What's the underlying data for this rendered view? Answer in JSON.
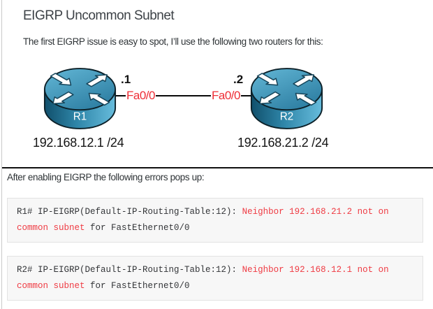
{
  "article": {
    "title": "EIGRP Uncommon Subnet",
    "intro": "The first EIGRP issue is easy to spot, I’ll use the following two routers for this:",
    "after_text": "After enabling EIGRP the following errors pops up:"
  },
  "diagram": {
    "left_router": {
      "name": "R1",
      "host_suffix": ".1",
      "interface": "Fa0/0",
      "ip": "192.168.12.1 /24"
    },
    "right_router": {
      "name": "R2",
      "host_suffix": ".2",
      "interface": "Fa0/0",
      "ip": "192.168.21.2 /24"
    }
  },
  "terminals": [
    {
      "line1_plain": "R1# IP-EIGRP(Default-IP-Routing-Table:12): ",
      "line1_error": "Neighbor 192.168.21.2 not on",
      "line2_error": "common subnet",
      "line2_plain": " for FastEthernet0/0"
    },
    {
      "line1_plain": "R2# IP-EIGRP(Default-IP-Routing-Table:12): ",
      "line1_error": "Neighbor 192.168.12.1 not on",
      "line2_error": "common subnet",
      "line2_plain": " for FastEthernet0/0"
    }
  ],
  "colors": {
    "error_red": "#ef3b43",
    "interface_red": "#ee2e36",
    "router_blue_light": "#67bcdc",
    "router_blue_dark": "#11506c",
    "divider_black": "#101010",
    "code_background": "#f7f7f7"
  }
}
